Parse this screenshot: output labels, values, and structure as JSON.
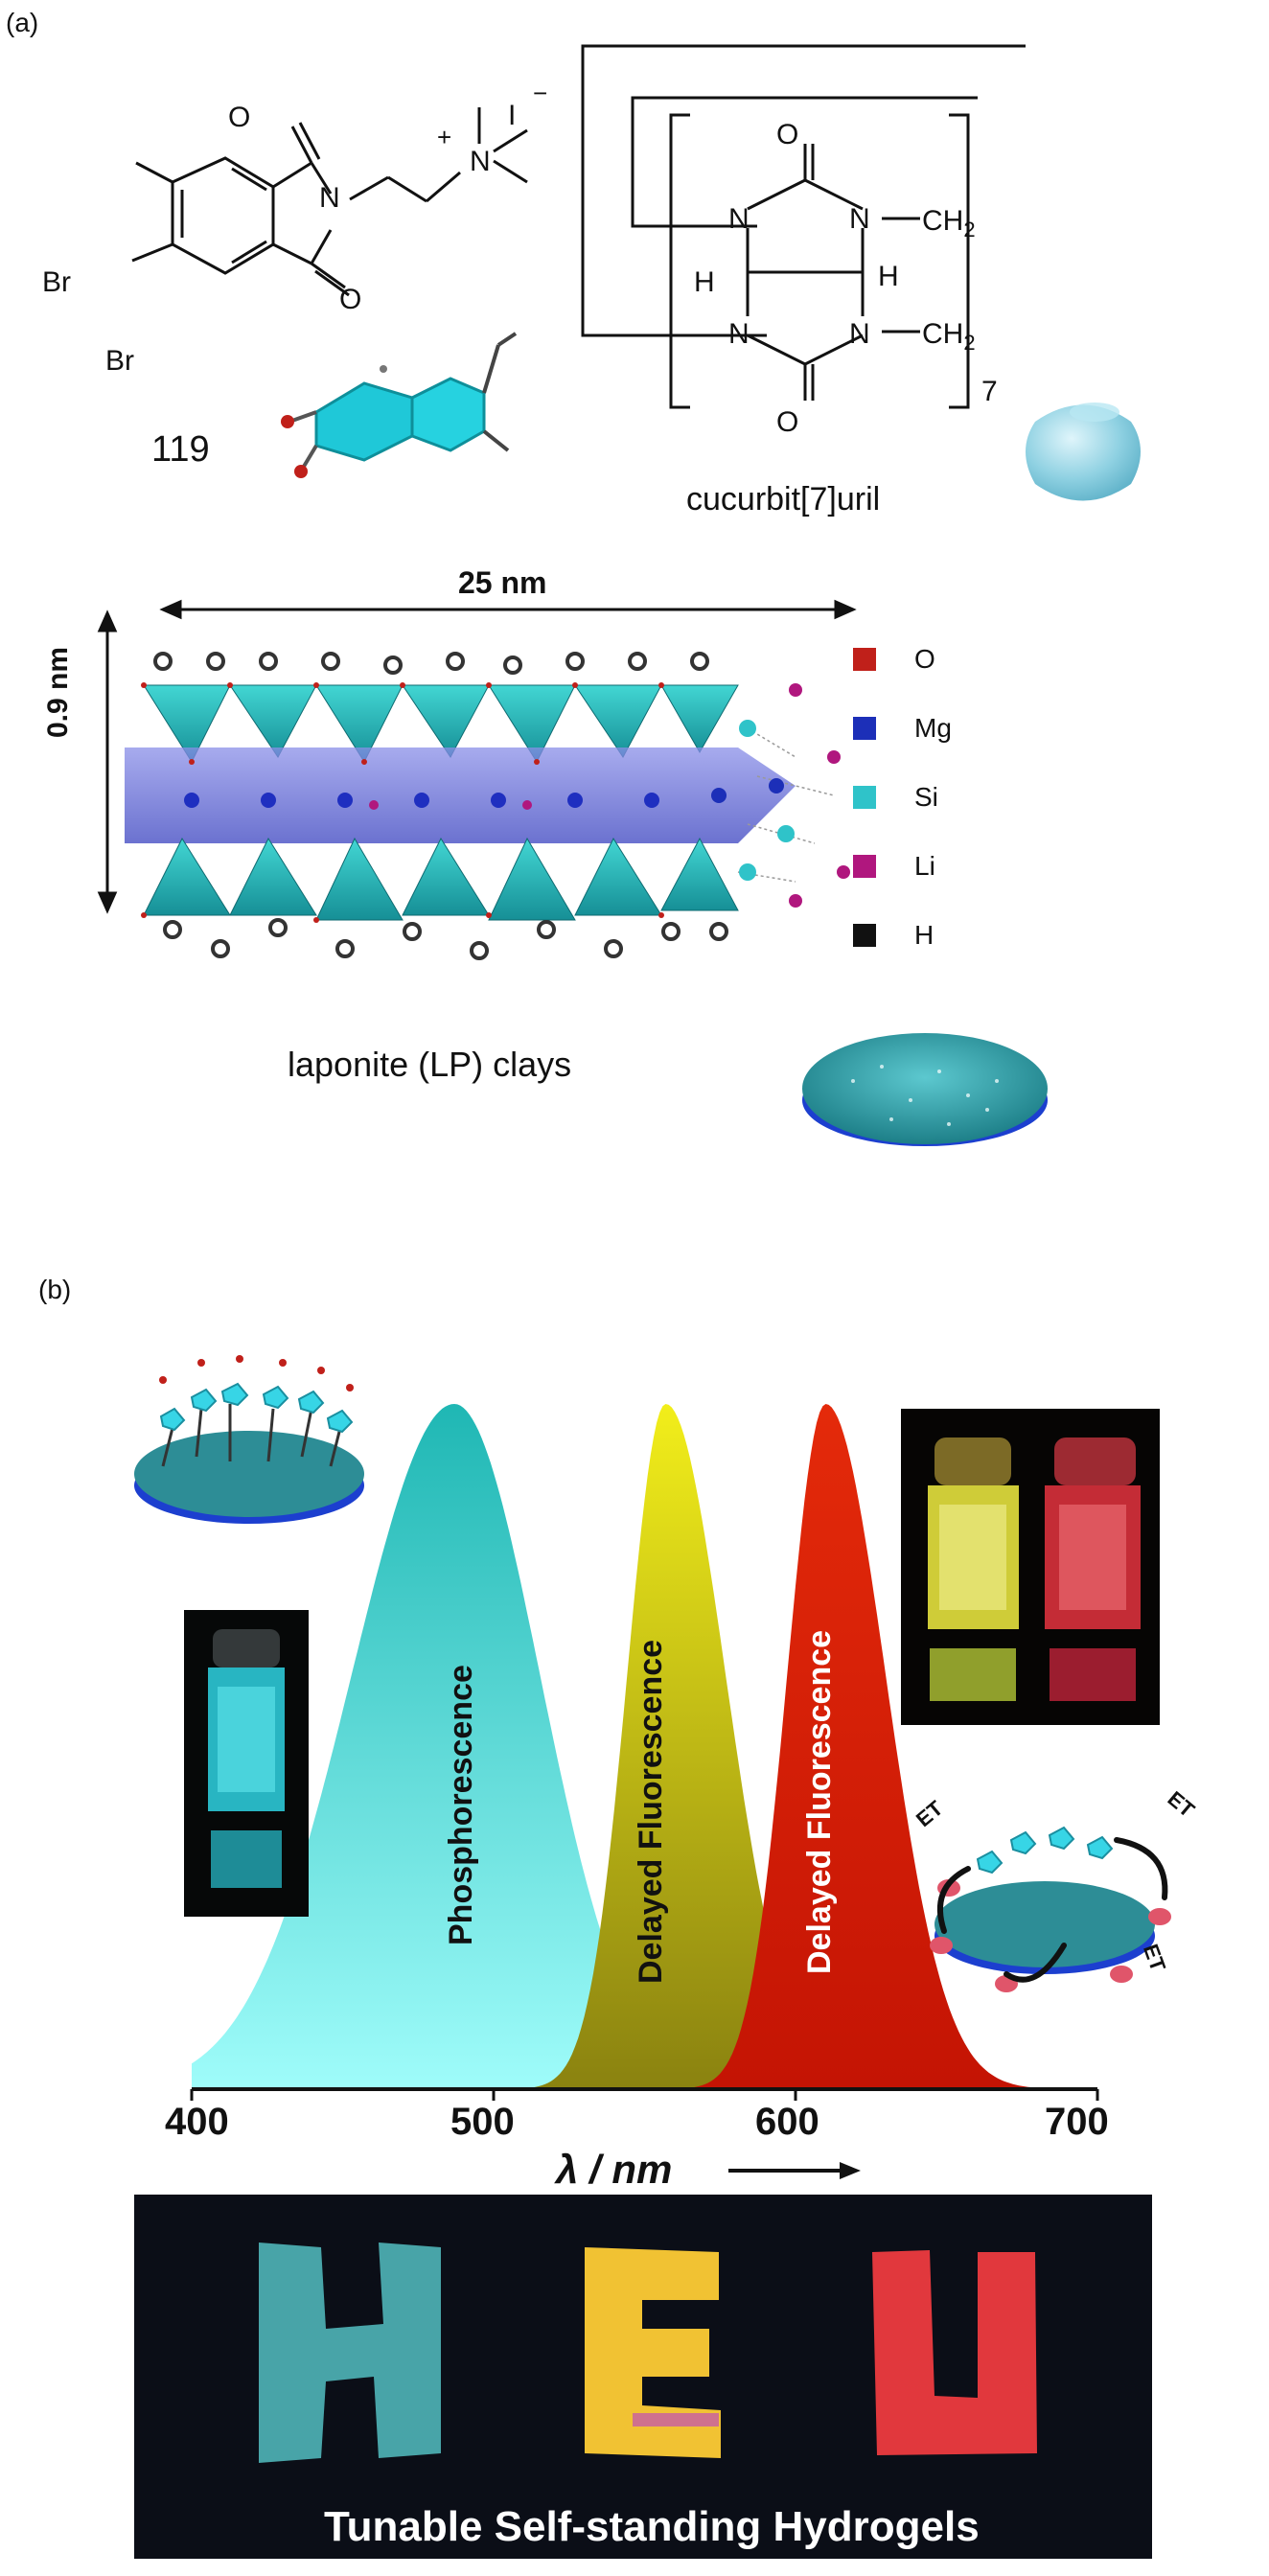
{
  "panels": {
    "a": {
      "label": "(a)",
      "compound_number": "119",
      "molecule_atoms": {
        "o_top": "O",
        "n": "N",
        "o_bottom": "O",
        "br1": "Br",
        "br2": "Br",
        "n_plus": "N",
        "plus": "+",
        "iodide": "I",
        "minus": "−"
      },
      "cucurbituril": {
        "name": "cucurbit[7]uril",
        "subscript": "7",
        "atoms": {
          "o_top": "O",
          "o_bottom": "O",
          "n1": "N",
          "n2": "N",
          "n3": "N",
          "n4": "N",
          "h1": "H",
          "h2": "H",
          "ch2_top": "CH",
          "ch2_bottom": "CH",
          "sub2": "2"
        }
      },
      "clay": {
        "name": "laponite (LP) clays",
        "width_label": "25 nm",
        "height_label": "0.9 nm",
        "legend": [
          {
            "symbol": "O",
            "color": "#c0201a"
          },
          {
            "symbol": "Mg",
            "color": "#1c2fb8"
          },
          {
            "symbol": "Si",
            "color": "#2fc3c9"
          },
          {
            "symbol": "Li",
            "color": "#b0177e"
          },
          {
            "symbol": "H",
            "color": "#111111"
          }
        ]
      }
    },
    "b": {
      "label": "(b)",
      "chart_data": {
        "type": "area",
        "xlabel": "λ / nm",
        "x_ticks": [
          400,
          500,
          600,
          700
        ],
        "xlim": [
          400,
          700
        ],
        "series": [
          {
            "name": "Phosphorescence",
            "color": "#2fd6d6",
            "peak_nm": 487
          },
          {
            "name": "Delayed Fluorescence",
            "color": "#e6e000",
            "peak_nm": 557
          },
          {
            "name": "Delayed Fluorescence",
            "color": "#d81e06",
            "peak_nm": 610
          }
        ]
      },
      "et_labels": [
        "ET",
        "ET",
        "ET"
      ],
      "banner": "Tunable Self-standing Hydrogels"
    }
  }
}
